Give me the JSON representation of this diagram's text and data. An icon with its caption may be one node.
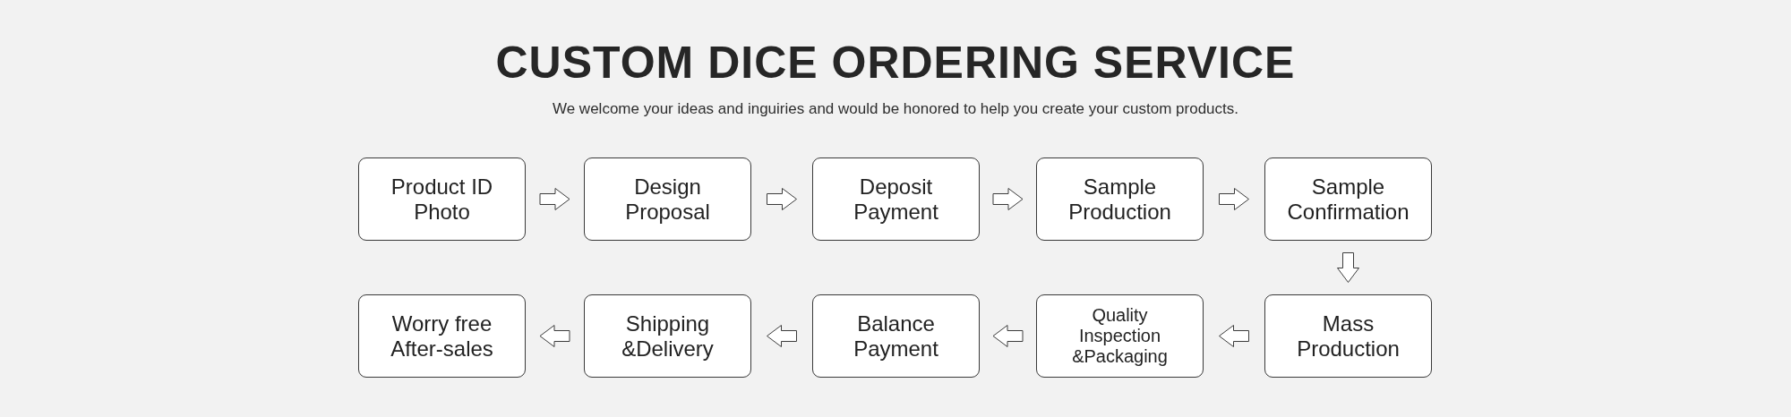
{
  "diagram": {
    "title": "CUSTOM DICE ORDERING SERVICE",
    "nodes": [
      {
        "text": [
          "Product ID Photo"
        ]
      },
      {
        "text": [
          "Design Proposal"
        ]
      },
      {
        "text": [
          "Deposit Payment"
        ]
      },
      {
        "text": [
          "Sample Production"
        ]
      },
      {
        "text": [
          "Sample Confirmation"
        ]
      },
      {
        "text": [
          "Mass Production"
        ]
      },
      {
        "text": [
          "Quality Inspection &Packaging"
        ]
      },
      {
        "text": [
          "Balance Payment"
        ]
      },
      {
        "text": [
          "Shipping &Delivery"
        ]
      },
      {
        "text": [
          "Worry free After-sales"
        ]
      }
    ],
    "edges": [
      {
        "from": 0,
        "to": 1,
        "arrow": "to"
      },
      {
        "from": 1,
        "to": 2,
        "arrow": "to"
      },
      {
        "from": 2,
        "to": 3,
        "arrow": "to"
      },
      {
        "from": 3,
        "to": 4,
        "arrow": "to"
      },
      {
        "from": 4,
        "to": 5,
        "arrow": "to"
      },
      {
        "from": 5,
        "to": 6,
        "arrow": "to"
      },
      {
        "from": 6,
        "to": 7,
        "arrow": "to"
      },
      {
        "from": 7,
        "to": 8,
        "arrow": "to"
      },
      {
        "from": 8,
        "to": 9,
        "arrow": "to"
      }
    ],
    "labels": [
      "We welcome your ideas and inguiries and would be honored to help you create your custom products."
    ]
  }
}
